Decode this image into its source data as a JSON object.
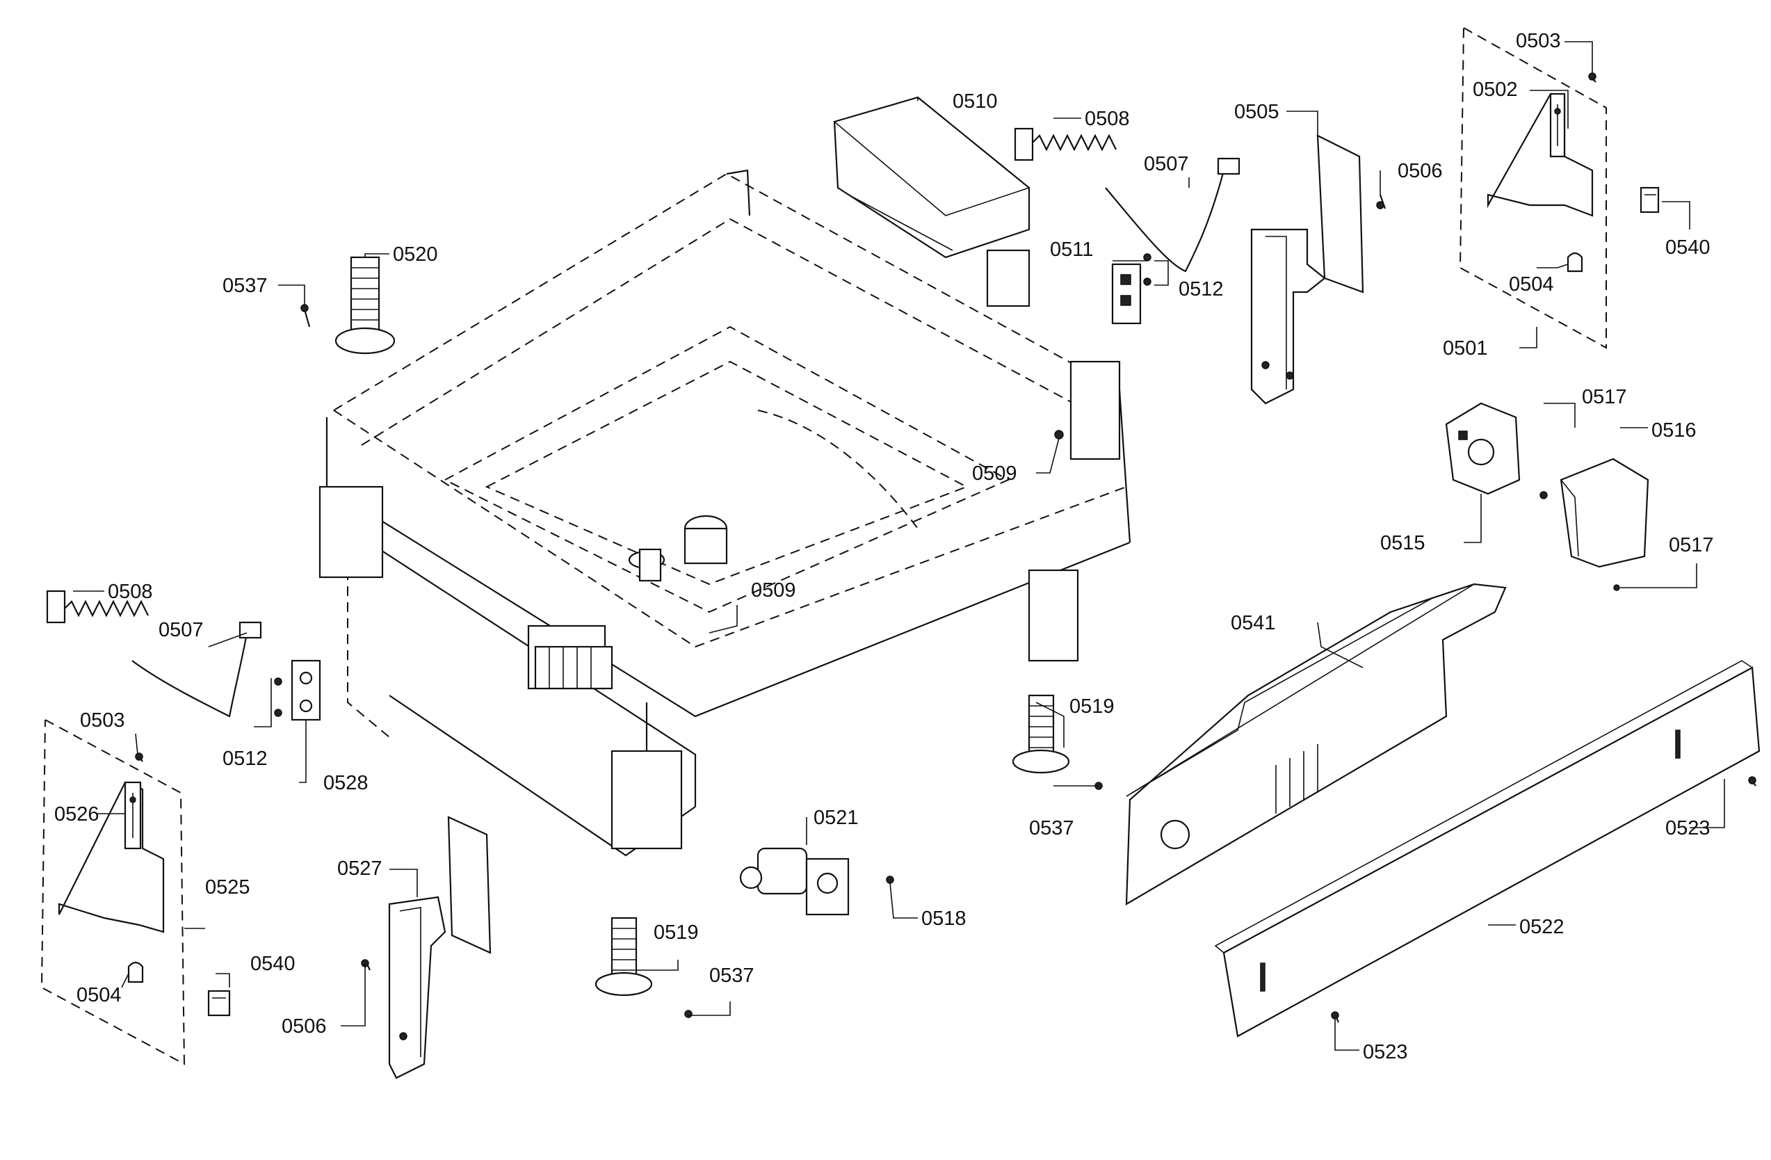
{
  "callouts": [
    {
      "id": "l0503a",
      "text": "0503"
    },
    {
      "id": "l0502",
      "text": "0502"
    },
    {
      "id": "l0540a",
      "text": "0540"
    },
    {
      "id": "l0504a",
      "text": "0504"
    },
    {
      "id": "l0501",
      "text": "0501"
    },
    {
      "id": "l0505",
      "text": "0505"
    },
    {
      "id": "l0506a",
      "text": "0506"
    },
    {
      "id": "l0510",
      "text": "0510"
    },
    {
      "id": "l0508a",
      "text": "0508"
    },
    {
      "id": "l0507a",
      "text": "0507"
    },
    {
      "id": "l0511",
      "text": "0511"
    },
    {
      "id": "l0512a",
      "text": "0512"
    },
    {
      "id": "l0520",
      "text": "0520"
    },
    {
      "id": "l0537a",
      "text": "0537"
    },
    {
      "id": "l0509a",
      "text": "0509"
    },
    {
      "id": "l0517a",
      "text": "0517"
    },
    {
      "id": "l0516",
      "text": "0516"
    },
    {
      "id": "l0515",
      "text": "0515"
    },
    {
      "id": "l0517b",
      "text": "0517"
    },
    {
      "id": "l0541",
      "text": "0541"
    },
    {
      "id": "l0509b",
      "text": "0509"
    },
    {
      "id": "l0508b",
      "text": "0508"
    },
    {
      "id": "l0507b",
      "text": "0507"
    },
    {
      "id": "l0503b",
      "text": "0503"
    },
    {
      "id": "l0512b",
      "text": "0512"
    },
    {
      "id": "l0528",
      "text": "0528"
    },
    {
      "id": "l0526",
      "text": "0526"
    },
    {
      "id": "l0525",
      "text": "0525"
    },
    {
      "id": "l0504b",
      "text": "0504"
    },
    {
      "id": "l0540b",
      "text": "0540"
    },
    {
      "id": "l0506b",
      "text": "0506"
    },
    {
      "id": "l0527",
      "text": "0527"
    },
    {
      "id": "l0519a",
      "text": "0519"
    },
    {
      "id": "l0537b",
      "text": "0537"
    },
    {
      "id": "l0521",
      "text": "0521"
    },
    {
      "id": "l0518",
      "text": "0518"
    },
    {
      "id": "l0519b",
      "text": "0519"
    },
    {
      "id": "l0537c",
      "text": "0537"
    },
    {
      "id": "l0523a",
      "text": "0523"
    },
    {
      "id": "l0522",
      "text": "0522"
    },
    {
      "id": "l0523b",
      "text": "0523"
    }
  ]
}
